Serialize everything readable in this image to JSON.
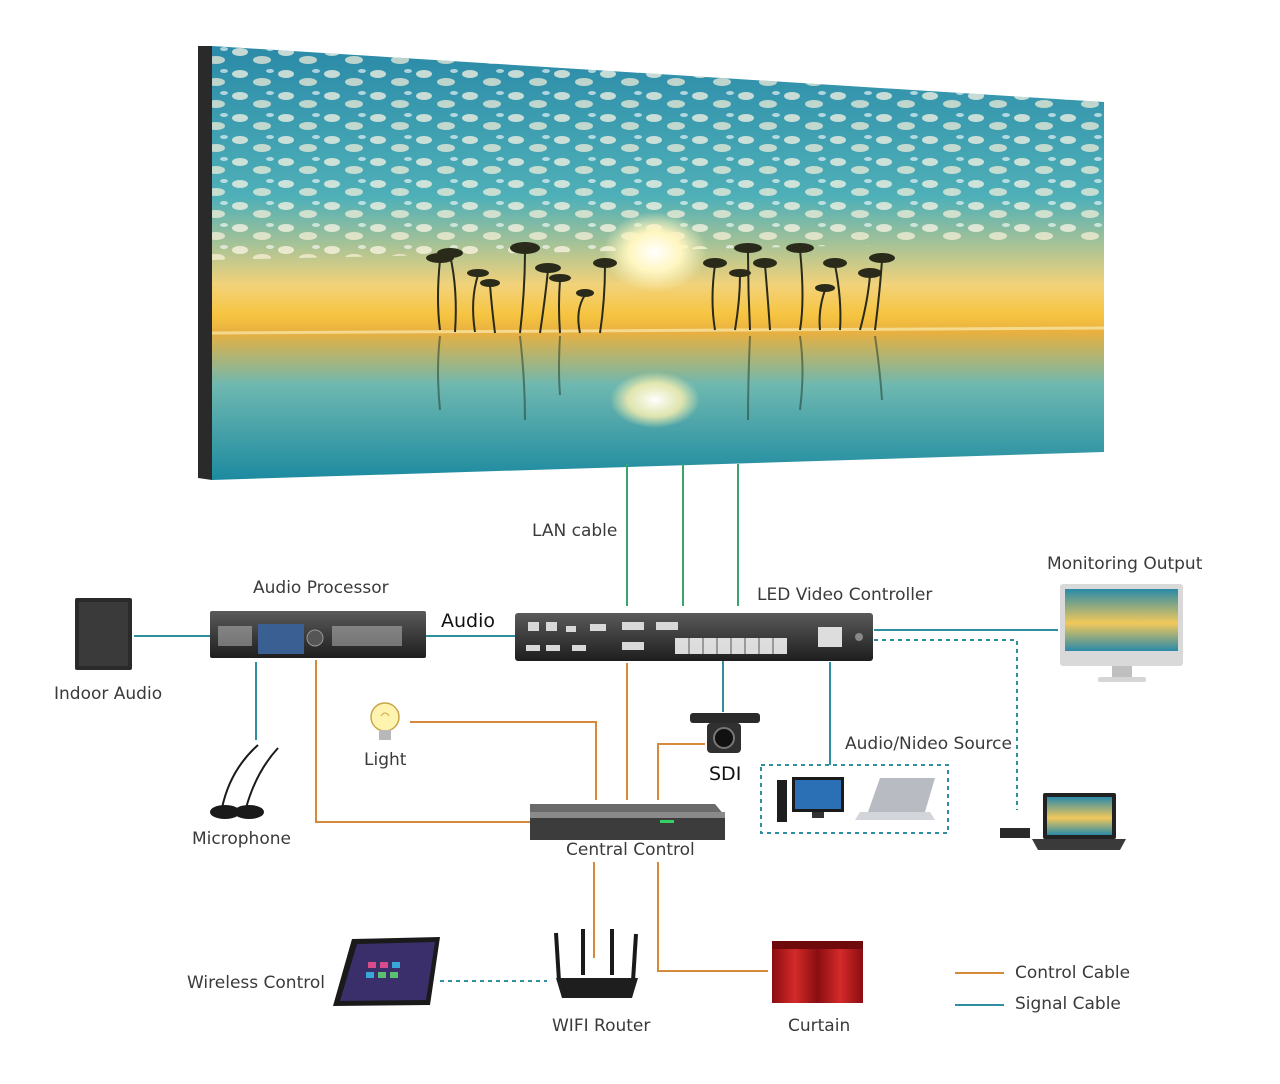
{
  "labels": {
    "lan_cable": "LAN cable",
    "audio": "Audio",
    "audio_processor": "Audio Processor",
    "led_video_controller": "LED Video Controller",
    "monitoring_output": "Monitoring Output",
    "indoor_audio": "Indoor Audio",
    "light": "Light",
    "sdi": "SDI",
    "audio_video_source": "Audio/Nideo Source",
    "microphone": "Microphone",
    "central_control": "Central Control",
    "wireless_control": "Wireless Control",
    "wifi_router": "WIFI Router",
    "curtain": "Curtain"
  },
  "legend": {
    "control_cable": "Control Cable",
    "signal_cable": "Signal Cable"
  },
  "colors": {
    "control_cable": "#d48a3a",
    "signal_cable": "#2f8fa0",
    "lan_cable": "#3aa46a"
  }
}
